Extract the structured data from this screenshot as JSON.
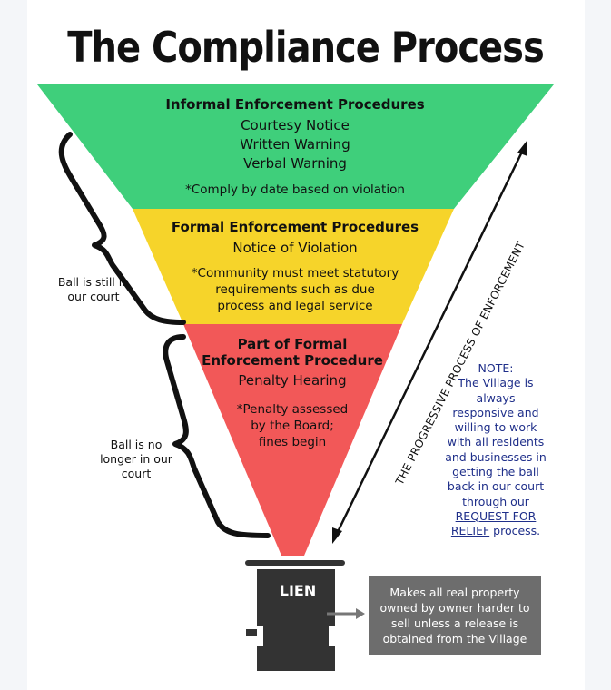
{
  "title": "The Compliance Process",
  "funnel": {
    "green": {
      "header": "Informal Enforcement Procedures",
      "items": [
        "Courtesy Notice",
        "Written Warning",
        "Verbal Warning"
      ],
      "note": "*Comply by date based on violation",
      "color": "#3fcf7b"
    },
    "yellow": {
      "header": "Formal Enforcement Procedures",
      "items": [
        "Notice of Violation"
      ],
      "note": [
        "*Community must meet statutory",
        "requirements such as due",
        "process and legal service"
      ],
      "color": "#f6d42a"
    },
    "red": {
      "header": [
        "Part of Formal",
        "Enforcement Procedure"
      ],
      "items": [
        "Penalty Hearing"
      ],
      "note": [
        "*Penalty assessed",
        "by the Board;",
        "fines begin"
      ],
      "color": "#f25858"
    }
  },
  "brackets": {
    "upper": [
      "Ball is still in",
      "our court"
    ],
    "lower": [
      "Ball is no",
      "longer in our",
      "court"
    ]
  },
  "arrow_label": "THE PROGRESSIVE PROCESS OF ENFORCEMENT",
  "note": {
    "lines": [
      "NOTE:",
      "The Village is",
      "always",
      "responsive and",
      "willing to work",
      "with all residents",
      "and businesses in",
      "getting the ball",
      "back in our court",
      "through our"
    ],
    "link_1": "REQUEST FOR",
    "link_2": "RELIEF",
    "after": " process."
  },
  "lien": {
    "label": "LIEN",
    "description": "Makes all real property owned by owner harder to sell unless a release is obtained from the Village",
    "color": "#333333"
  }
}
